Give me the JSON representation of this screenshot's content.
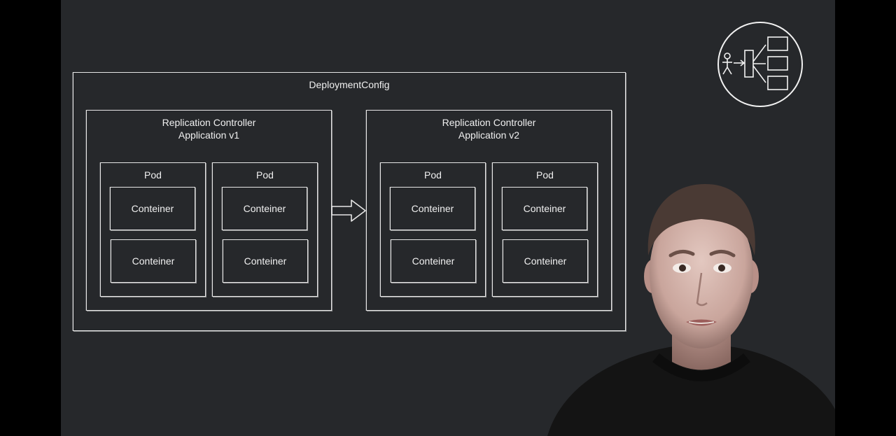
{
  "diagram": {
    "title": "DeploymentConfig",
    "controllers": [
      {
        "title_line1": "Replication Controller",
        "title_line2": "Application v1",
        "pods": [
          {
            "label": "Pod",
            "containers": [
              "Conteiner",
              "Conteiner"
            ]
          },
          {
            "label": "Pod",
            "containers": [
              "Conteiner",
              "Conteiner"
            ]
          }
        ]
      },
      {
        "title_line1": "Replication Controller",
        "title_line2": "Application v2",
        "pods": [
          {
            "label": "Pod",
            "containers": [
              "Conteiner",
              "Conteiner"
            ]
          },
          {
            "label": "Pod",
            "containers": [
              "Conteiner",
              "Conteiner"
            ]
          }
        ]
      }
    ]
  },
  "logo": {
    "icon": "actor-to-services-icon"
  },
  "presenter": {
    "image": "presenter-webcam-photo"
  },
  "colors": {
    "background": "#26282b",
    "frame": "#000000",
    "line": "#e6e6e6"
  }
}
